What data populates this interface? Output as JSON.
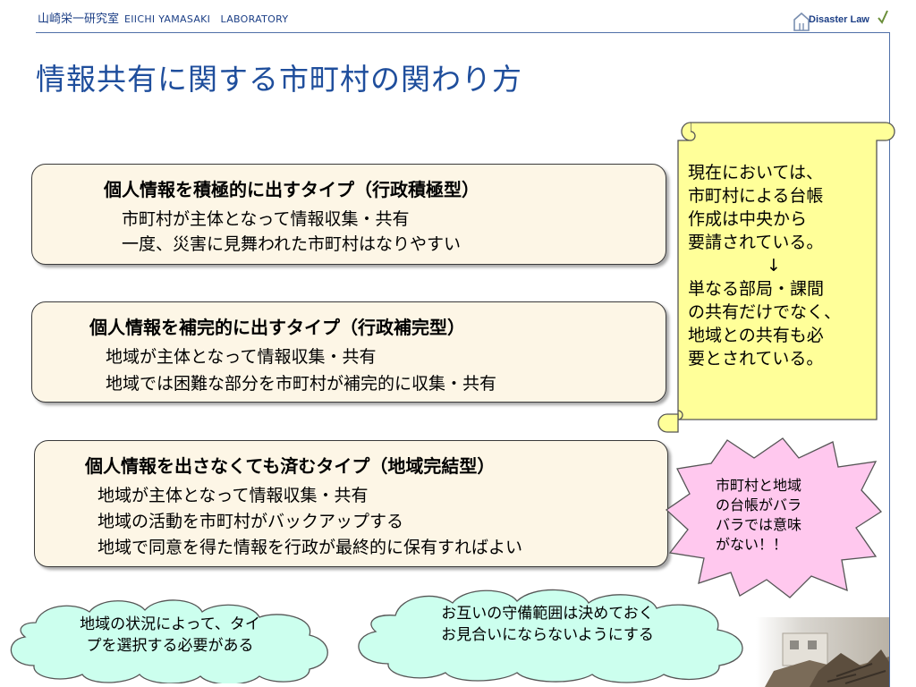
{
  "header": {
    "lab_name_jp": "山崎栄一研究室",
    "lab_name_en": "EIICHI YAMASAKI　LABORATORY",
    "logo_text": "Disaster Law"
  },
  "title": "情報共有に関する市町村の関わり方",
  "cards": [
    {
      "title": "個人情報を積極的に出すタイプ（行政積極型）",
      "lines": [
        "市町村が主体となって情報収集・共有",
        "一度、災害に見舞われた市町村はなりやすい"
      ]
    },
    {
      "title": "個人情報を補完的に出すタイプ（行政補完型）",
      "lines": [
        "地域が主体となって情報収集・共有",
        "地域では困難な部分を市町村が補完的に収集・共有"
      ]
    },
    {
      "title": "個人情報を出さなくても済むタイプ（地域完結型）",
      "lines": [
        "地域が主体となって情報収集・共有",
        "地域の活動を市町村がバックアップする",
        "地域で同意を得た情報を行政が最終的に保有すればよい"
      ]
    }
  ],
  "scroll": {
    "lines": [
      "現在においては、",
      "市町村による台帳",
      "作成は中央から",
      "要請されている。"
    ],
    "arrow": "↓",
    "lines2": [
      "単なる部局・課間",
      "の共有だけでなく、",
      "地域との共有も必",
      "要とされている。"
    ]
  },
  "burst": {
    "lines": [
      "市町村と地域",
      "の台帳がバラ",
      "バラでは意味",
      "がない！！"
    ]
  },
  "clouds": [
    {
      "lines": [
        "地域の状況によって、タイ",
        "プを選択する必要がある"
      ]
    },
    {
      "lines": [
        "お互いの守備範囲は決めておく",
        "お見合いにならないようにする"
      ]
    }
  ],
  "colors": {
    "title": "#1f4e9c",
    "card_fill": "#fdf6e6",
    "scroll_fill": "#ffff99",
    "burst_fill": "#ffc8ee",
    "cloud_fill": "#ccffee"
  }
}
